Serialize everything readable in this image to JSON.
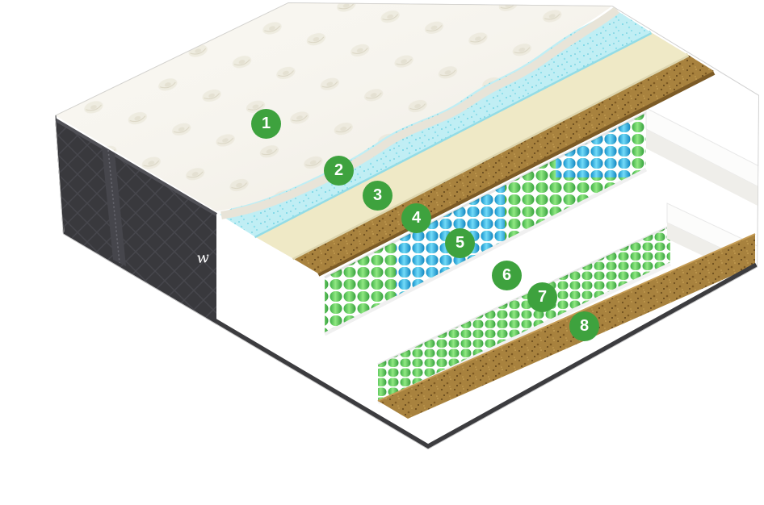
{
  "diagram": {
    "badges": [
      {
        "number": "1"
      },
      {
        "number": "2"
      },
      {
        "number": "3"
      },
      {
        "number": "4"
      },
      {
        "number": "5"
      },
      {
        "number": "6"
      },
      {
        "number": "7"
      },
      {
        "number": "8"
      }
    ],
    "side_logo": "w",
    "colors": {
      "badge": "#3ea23e",
      "quilt_cover": "#f8f6f0",
      "gel_layer": "#c0eef4",
      "foam_layer": "#efe9c6",
      "coir_layer": "#a8823e",
      "spring_green": "#5ecf63",
      "spring_blue": "#29b0e8",
      "side_fabric": "#39393d",
      "bottom_trim": "#3c3c3f"
    }
  }
}
